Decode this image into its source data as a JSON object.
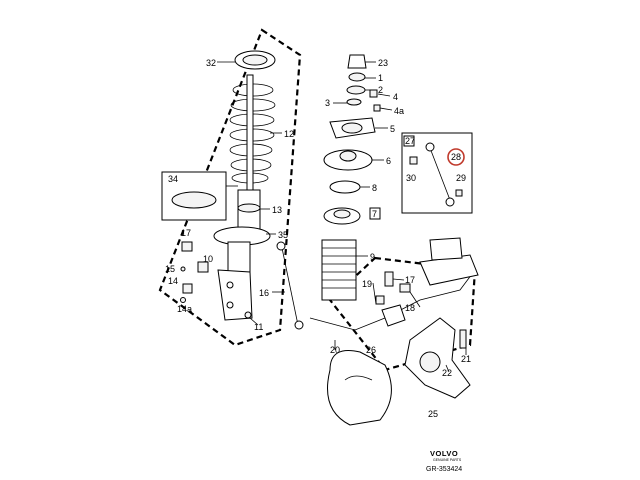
{
  "callouts": {
    "c1": "1",
    "c2": "2",
    "c3": "3",
    "c4": "4",
    "c4a": "4a",
    "c5": "5",
    "c6": "6",
    "c7": "7",
    "c8": "8",
    "c9": "9",
    "c10": "10",
    "c11": "11",
    "c12": "12",
    "c13": "13",
    "c14": "14",
    "c14a": "14a",
    "c15": "15",
    "c16": "16",
    "c17": "17",
    "c18": "18",
    "c19": "19",
    "c20": "20",
    "c21": "21",
    "c22": "22",
    "c23": "23",
    "c25": "25",
    "c26": "26",
    "c27": "27",
    "c28": "28",
    "c29": "29",
    "c30": "30",
    "c32": "32",
    "c34": "34",
    "c35": "35"
  },
  "highlight_color": "#c0392b",
  "brand": {
    "logo": "VOLVO",
    "sub": "GENUINE PARTS",
    "ref": "GR-353424"
  }
}
